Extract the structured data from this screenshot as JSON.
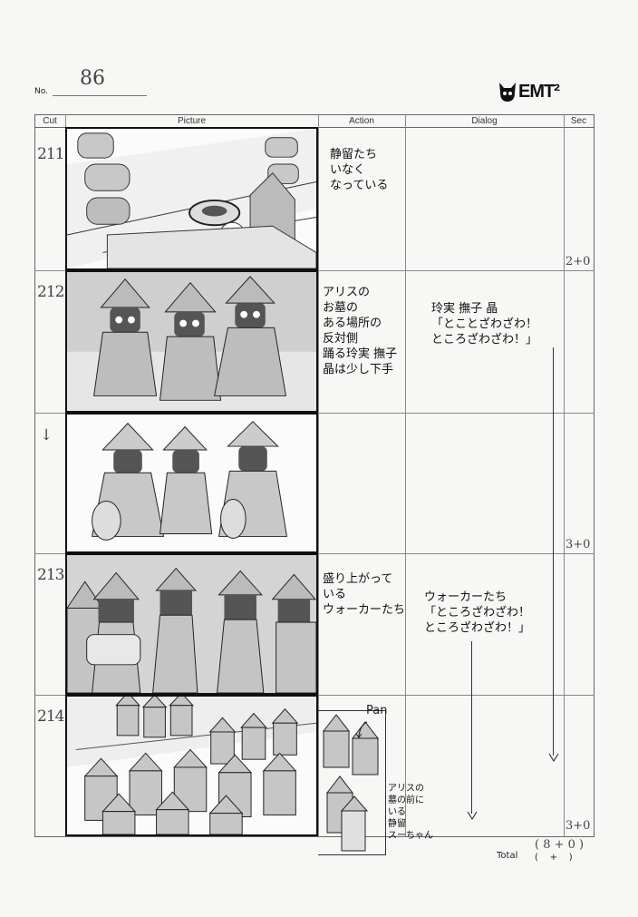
{
  "sheet": {
    "no_label": "No.",
    "page_number": "86",
    "logo": "EMT²"
  },
  "columns": [
    "Cut",
    "Picture",
    "Action",
    "Dialog",
    "Sec"
  ],
  "cuts": [
    {
      "num": "211",
      "action": "静留たち\nいなく\nなっている",
      "dialog": "",
      "sec": "2+0"
    },
    {
      "num": "212",
      "action": "アリスの\nお墓の\nある場所の\n反対側\n踊る玲実 撫子\n晶は少し下手",
      "dialog": "玲実 撫子 晶\n「とことざわざわ！\nところざわざわ！」",
      "sec": ""
    },
    {
      "num": "↓",
      "action": "",
      "dialog": "",
      "sec": "3+0"
    },
    {
      "num": "213",
      "action": "盛り上がって\nいる\nウォーカーたち",
      "dialog": "ウォーカーたち\n「ところざわざわ！\nところざわざわ！」",
      "sec": ""
    },
    {
      "num": "214",
      "action": "",
      "dialog": "",
      "sec": "3+0"
    }
  ],
  "pan_label": "Pan",
  "pan_note": "アリスの\n墓の前に\nいる\n静留\nスーちゃん",
  "total": {
    "label": "Total",
    "line1": "( 8 + 0 )",
    "line2": "(    +    )"
  }
}
